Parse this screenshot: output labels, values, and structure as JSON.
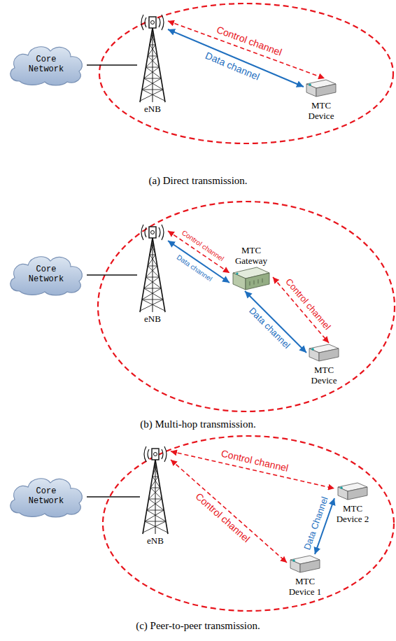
{
  "diagram": {
    "nodes": [
      {
        "text": [
          "Core Network"
        ]
      },
      {
        "text": [
          "eNB"
        ]
      },
      {
        "text": [
          "MTC Device"
        ]
      },
      {
        "text": [
          "Core Network"
        ]
      },
      {
        "text": [
          "eNB"
        ]
      },
      {
        "text": [
          "MTC Gateway"
        ]
      },
      {
        "text": [
          "MTC Device"
        ]
      },
      {
        "text": [
          "Core Network"
        ]
      },
      {
        "text": [
          "eNB"
        ]
      },
      {
        "text": [
          "MTC Device 2"
        ]
      },
      {
        "text": [
          "MTC Device 1"
        ]
      }
    ],
    "edges": [
      {
        "from": 0,
        "to": 1,
        "arrow": "none"
      },
      {
        "from": 1,
        "to": 2,
        "label": "Control channel",
        "arrow": "both"
      },
      {
        "from": 1,
        "to": 2,
        "label": "Data channel",
        "arrow": "both"
      },
      {
        "from": 3,
        "to": 4,
        "arrow": "none"
      },
      {
        "from": 4,
        "to": 5,
        "label": "Control channel",
        "arrow": "both"
      },
      {
        "from": 4,
        "to": 5,
        "label": "Data channel",
        "arrow": "both"
      },
      {
        "from": 5,
        "to": 6,
        "label": "Control channel",
        "arrow": "both"
      },
      {
        "from": 5,
        "to": 6,
        "label": "Data channel",
        "arrow": "both"
      },
      {
        "from": 7,
        "to": 8,
        "arrow": "none"
      },
      {
        "from": 8,
        "to": 9,
        "label": "Control channel",
        "arrow": "both"
      },
      {
        "from": 8,
        "to": 10,
        "label": "Control channel",
        "arrow": "both"
      },
      {
        "from": 9,
        "to": 10,
        "label": "Data Channel",
        "arrow": "both"
      }
    ],
    "labels": [
      "(a) Direct transmission.",
      "(b) Multi-hop transmission.",
      "(c) Peer-to-peer transmission."
    ]
  }
}
